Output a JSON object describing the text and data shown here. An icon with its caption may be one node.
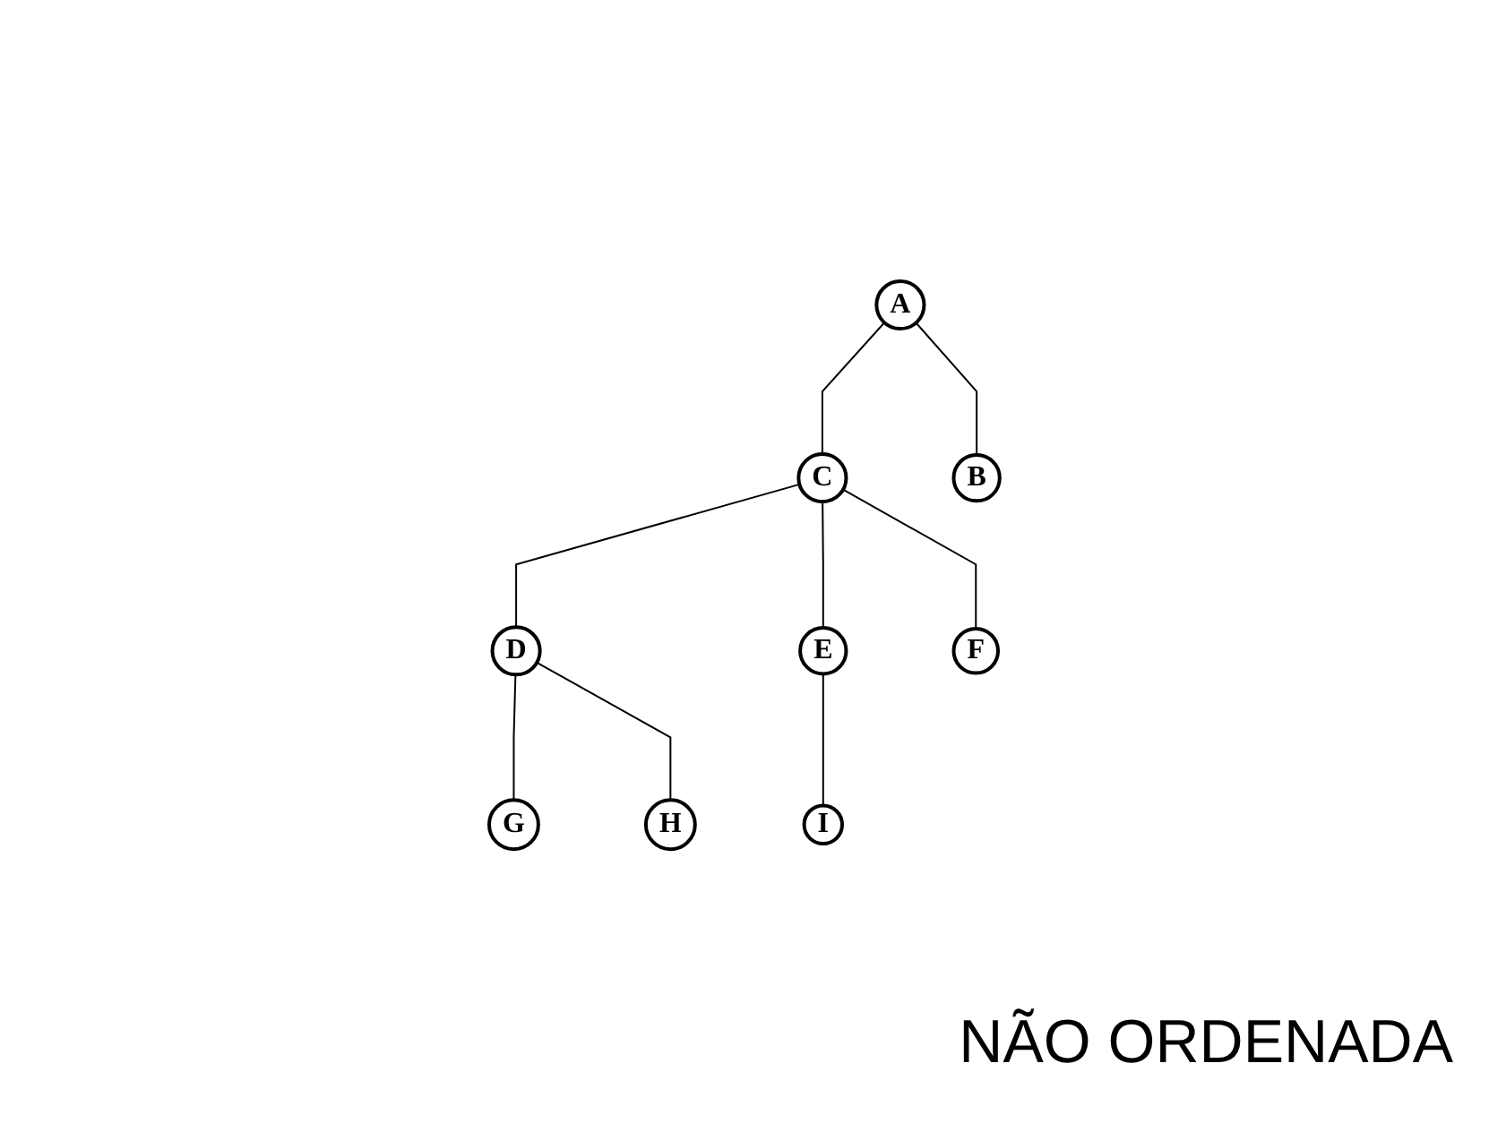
{
  "diagram": {
    "nodes": [
      {
        "text": [
          "A"
        ]
      },
      {
        "text": [
          "C"
        ]
      },
      {
        "text": [
          "B"
        ]
      },
      {
        "text": [
          "D"
        ]
      },
      {
        "text": [
          "E"
        ]
      },
      {
        "text": [
          "F"
        ]
      },
      {
        "text": [
          "G"
        ]
      },
      {
        "text": [
          "H"
        ]
      },
      {
        "text": [
          "I"
        ]
      }
    ],
    "edges": [
      {
        "from": 0,
        "to": 1,
        "arrow": "none"
      },
      {
        "from": 0,
        "to": 2,
        "arrow": "none"
      },
      {
        "from": 1,
        "to": 3,
        "arrow": "none"
      },
      {
        "from": 1,
        "to": 4,
        "arrow": "none"
      },
      {
        "from": 1,
        "to": 5,
        "arrow": "none"
      },
      {
        "from": 3,
        "to": 6,
        "arrow": "none"
      },
      {
        "from": 3,
        "to": 7,
        "arrow": "none"
      },
      {
        "from": 4,
        "to": 8,
        "arrow": "none"
      }
    ],
    "labels": [
      "NÃO ORDENADA"
    ]
  }
}
